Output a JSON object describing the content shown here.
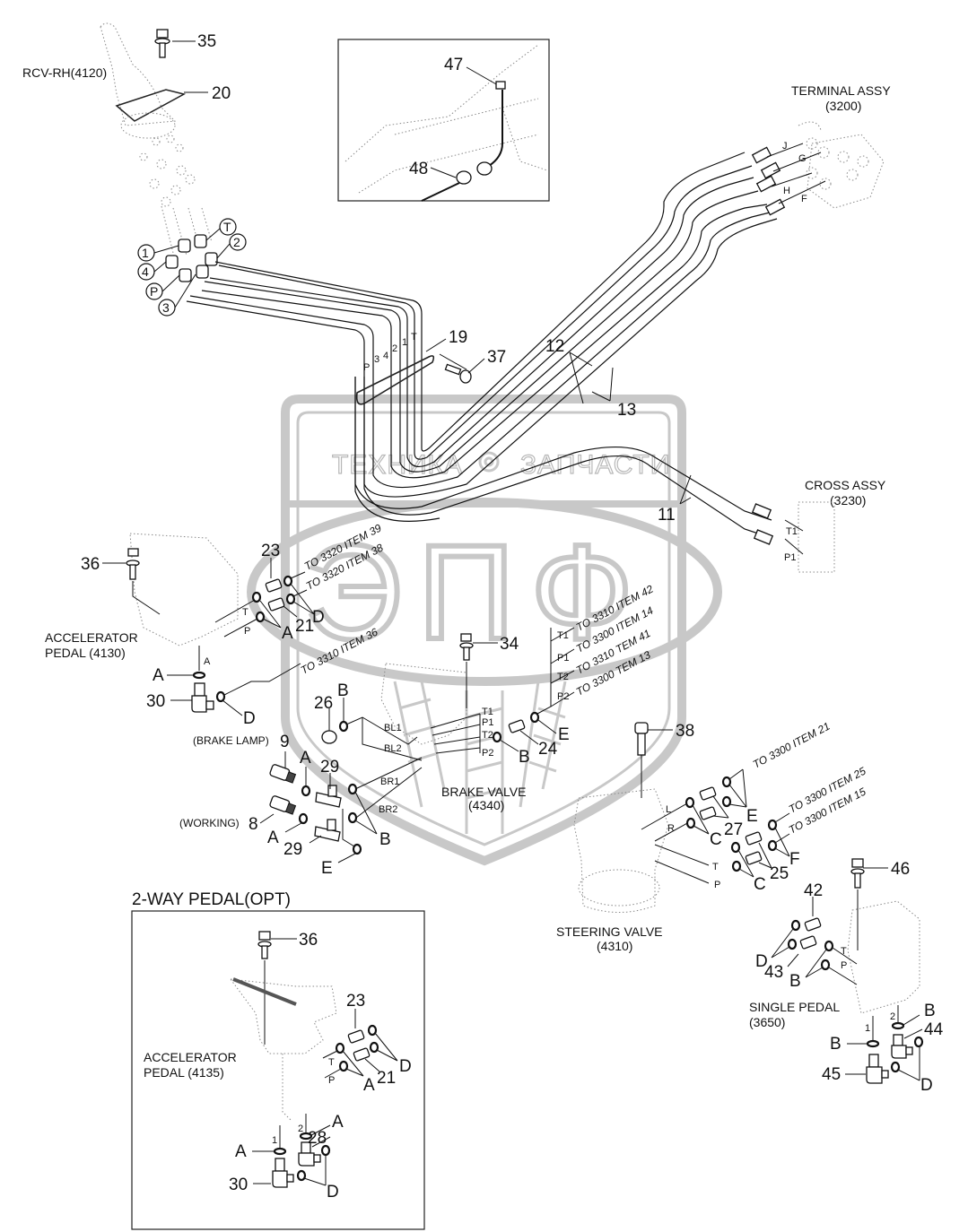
{
  "watermark": {
    "top_text_left": "ТЕХНИКА",
    "top_text_right": "ЗАПЧАСТИ",
    "logo_letters": "ЭПФ"
  },
  "assemblies": {
    "rcv": "RCV-RH(4120)",
    "terminal_title": "TERMINAL ASSY",
    "terminal_code": "(3200)",
    "cross_title": "CROSS ASSY",
    "cross_code": "(3230)",
    "accel_title": "ACCELERATOR",
    "accel_code": "PEDAL (4130)",
    "brake_title": "BRAKE VALVE",
    "brake_code": "(4340)",
    "steering_title": "STEERING VALVE",
    "steering_code": "(4310)",
    "single_title": "SINGLE PEDAL",
    "single_code": "(3650)",
    "brake_lamp": "(BRAKE LAMP)",
    "working": "(WORKING)",
    "opt_title": "2-WAY PEDAL(OPT)",
    "opt_accel_title": "ACCELERATOR",
    "opt_accel_code": "PEDAL (4135)"
  },
  "ports": {
    "rcv_circled": [
      "1",
      "4",
      "P",
      "3",
      "T",
      "2"
    ],
    "pipe_tags": [
      "P",
      "3",
      "4",
      "2",
      "1",
      "T"
    ],
    "terminal": [
      "J",
      "G",
      "H",
      "F"
    ],
    "cross": [
      "T1",
      "P1"
    ],
    "accel": [
      "T",
      "P",
      "A"
    ],
    "brake": [
      "T1",
      "P1",
      "T2",
      "P2"
    ],
    "brake_lines": [
      "BL1",
      "BL2",
      "BR1",
      "BR2"
    ],
    "brake_out": [
      "T1",
      "P1",
      "T2",
      "P2"
    ],
    "steering": [
      "L",
      "R",
      "T",
      "P"
    ],
    "single": [
      "T",
      "P",
      "1",
      "2"
    ],
    "opt": [
      "T",
      "P",
      "1",
      "2"
    ]
  },
  "references": {
    "to_3320_39": "TO 3320 ITEM 39",
    "to_3320_38": "TO 3320 ITEM 38",
    "to_3310_36": "TO 3310 ITEM 36",
    "to_3310_42": "TO 3310 ITEM 42",
    "to_3300_14": "TO 3300 ITEM 14",
    "to_3310_41": "TO 3310 TEM 41",
    "to_3300_13": "TO 3300 TEM 13",
    "to_3300_21": "TO 3300 ITEM 21",
    "to_3300_25": "TO 3300 ITEM 25",
    "to_3300_15": "TO 3300 ITEM 15"
  },
  "callouts": {
    "c35": "35",
    "c20": "20",
    "c47": "47",
    "c48": "48",
    "c19": "19",
    "c37": "37",
    "c12": "12",
    "c13": "13",
    "c11": "11",
    "c36": "36",
    "c23": "23",
    "c21": "21",
    "c34": "34",
    "c30": "30",
    "c26": "26",
    "c24": "24",
    "c38": "38",
    "c9": "9",
    "c29a": "29",
    "c29b": "29",
    "c8": "8",
    "c27": "27",
    "c25": "25",
    "c46": "46",
    "c42": "42",
    "c43": "43",
    "c44": "44",
    "c45": "45",
    "o36": "36",
    "o23": "23",
    "o21": "21",
    "o28": "28",
    "o30": "30"
  },
  "seal_letters": {
    "accel_A": "A",
    "accel_D": "D",
    "A_30": "A",
    "D_30": "D",
    "B_26": "B",
    "E_24": "E",
    "B_24": "B",
    "A_9": "A",
    "A_8": "A",
    "B_29": "B",
    "E_29": "E",
    "E_27": "E",
    "C_27": "C",
    "F_25": "F",
    "C_25": "C",
    "D_43": "D",
    "B_43": "B",
    "B_2": "B",
    "B_1": "B",
    "D_45": "D",
    "opt_D": "D",
    "opt_A": "A",
    "opt_A2": "A",
    "opt_A1": "A",
    "opt_D2": "D"
  }
}
